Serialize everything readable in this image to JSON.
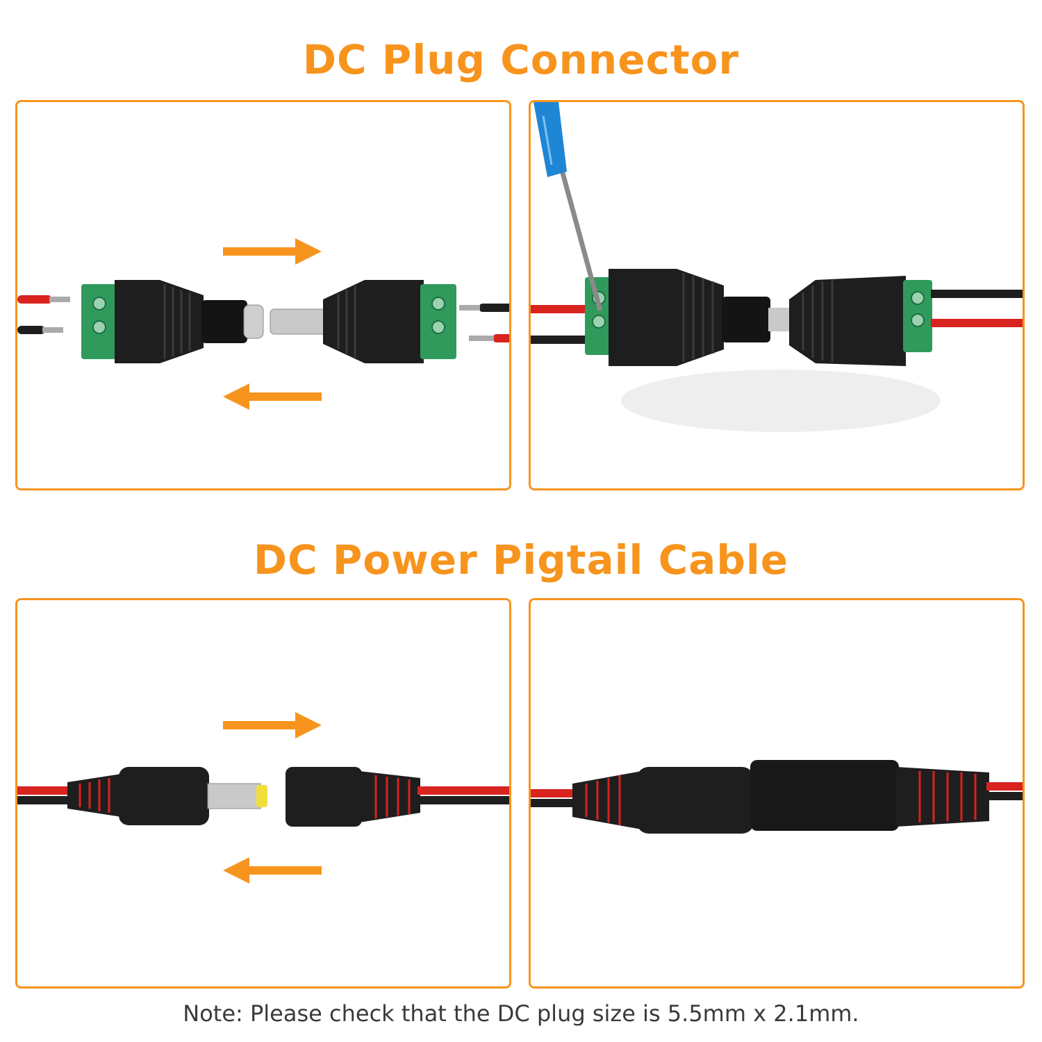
{
  "headings": {
    "plug_connector": "DC Plug Connector",
    "pigtail_cable": "DC Power Pigtail Cable"
  },
  "note": "Note: Please check that the DC plug size is 5.5mm x 2.1mm.",
  "colors": {
    "accent": "#f7941d",
    "terminal_green": "#2f9a5c",
    "connector_black": "#1e1e1e",
    "wire_red": "#d8231f",
    "screwdriver_blue": "#1f86d6"
  },
  "icons": {
    "arrow_right": "arrow-right-icon",
    "arrow_left": "arrow-left-icon"
  }
}
